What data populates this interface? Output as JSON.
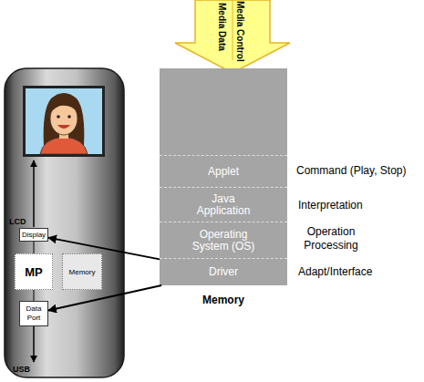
{
  "diagram": {
    "nodes": [
      {
        "text": [
          "Media Data",
          "Media Control"
        ]
      },
      {
        "text": [
          "Memory"
        ]
      },
      {
        "text": [
          "Applet"
        ],
        "in": 1
      },
      {
        "text": [
          "Java Application"
        ],
        "in": 1
      },
      {
        "text": [
          "Operating System (OS)"
        ],
        "in": 1
      },
      {
        "text": [
          "Driver"
        ],
        "in": 1
      },
      {
        "text": [
          "Display"
        ]
      },
      {
        "text": [
          "MP"
        ]
      },
      {
        "text": [
          "Memory"
        ]
      },
      {
        "text": [
          "Data Port"
        ]
      }
    ],
    "edges": [
      {
        "from": 5,
        "to": 6,
        "arrow": "to"
      },
      {
        "from": 5,
        "to": 9,
        "arrow": "to"
      },
      {
        "from": 6,
        "to": 7,
        "arrow": "none"
      },
      {
        "from": 7,
        "to": 9,
        "arrow": "none"
      }
    ],
    "labels": [
      "LCD",
      "USB",
      "Command (Play, Stop)",
      "Interpretation",
      "Operation Processing",
      "Adapt/Interface"
    ]
  }
}
